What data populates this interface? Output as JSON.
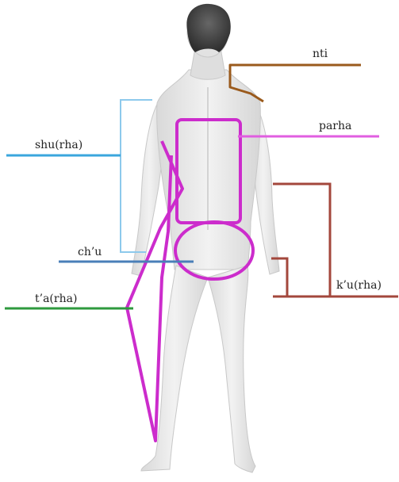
{
  "labels": {
    "nti": "nti",
    "parha": "parha",
    "shu_rha": "shu(rha)",
    "ch_u": "ch’u",
    "t_a_rha": "t’a(rha)",
    "k_u_rha": "k’u(rha)"
  },
  "colors": {
    "nti": "#9a5a1c",
    "parha": "#e05ee0",
    "shu_rha": "#3aa6dd",
    "shu_bracket": "#8dc9ec",
    "ch_u": "#4a7fb8",
    "t_a_rha": "#2e9a3e",
    "k_u_rha": "#a3473c",
    "outline": "#cc2ccc",
    "skin": "#e9e9e9",
    "skin_shade": "#cfcfcf",
    "hair": "#4a4a4a"
  }
}
